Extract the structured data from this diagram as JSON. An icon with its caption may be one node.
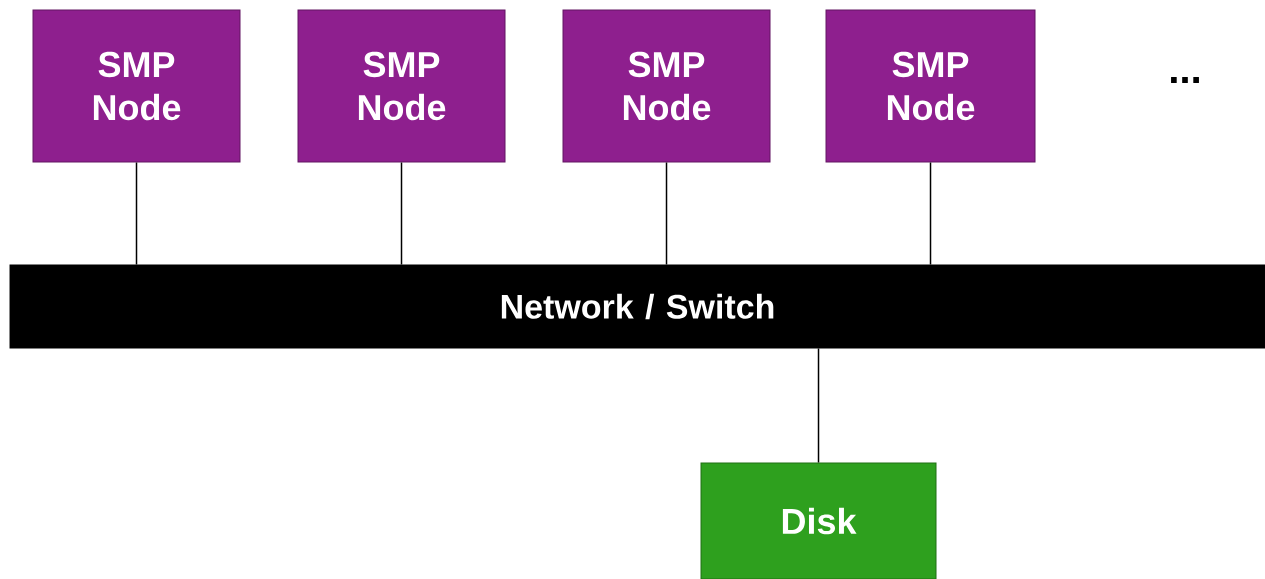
{
  "diagram": {
    "nodes": [
      {
        "text": [
          "SMP Node"
        ]
      },
      {
        "text": [
          "SMP Node"
        ]
      },
      {
        "text": [
          "SMP Node"
        ]
      },
      {
        "text": [
          "SMP Node"
        ]
      },
      {
        "text": [
          "Network / Switch"
        ]
      },
      {
        "text": [
          "Disk"
        ]
      }
    ],
    "edges": [
      {
        "from": 0,
        "to": 4,
        "arrow": "none"
      },
      {
        "from": 1,
        "to": 4,
        "arrow": "none"
      },
      {
        "from": 2,
        "to": 4,
        "arrow": "none"
      },
      {
        "from": 3,
        "to": 4,
        "arrow": "none"
      },
      {
        "from": 4,
        "to": 5,
        "arrow": "none"
      }
    ],
    "labels": [
      "..."
    ]
  }
}
